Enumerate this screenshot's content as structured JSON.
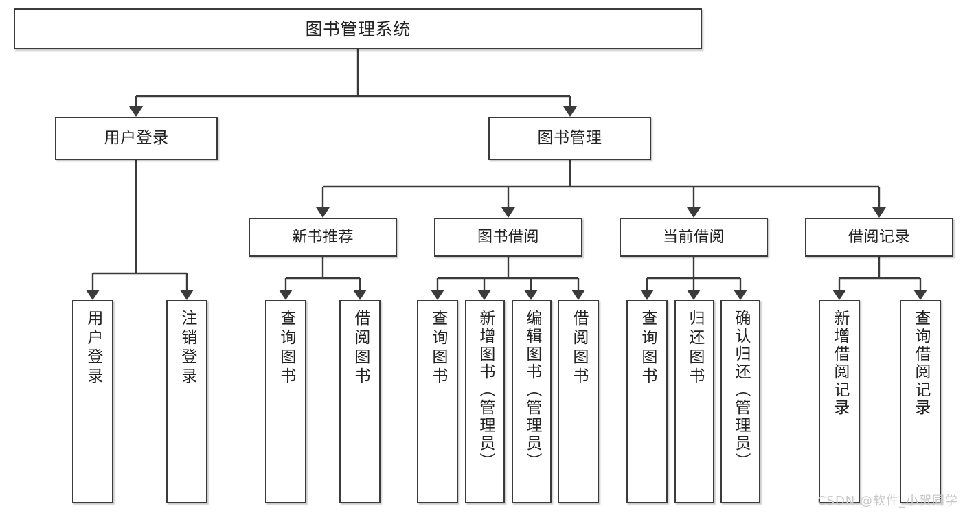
{
  "diagram": {
    "type": "tree",
    "title": "图书管理系统",
    "root": {
      "label": "图书管理系统"
    },
    "level2": [
      {
        "label": "用户登录"
      },
      {
        "label": "图书管理"
      }
    ],
    "level3": [
      {
        "label": "新书推荐"
      },
      {
        "label": "图书借阅"
      },
      {
        "label": "当前借阅"
      },
      {
        "label": "借阅记录"
      }
    ],
    "leaves": {
      "user_login": [
        {
          "label": "用户登录"
        },
        {
          "label": "注销登录"
        }
      ],
      "new_book_recommend": [
        {
          "label": "查询图书"
        },
        {
          "label": "借阅图书"
        }
      ],
      "book_borrow": [
        {
          "label": "查询图书"
        },
        {
          "label": "新增图书（管理员）"
        },
        {
          "label": "编辑图书（管理员）"
        },
        {
          "label": "借阅图书"
        }
      ],
      "current_borrow": [
        {
          "label": "查询图书"
        },
        {
          "label": "归还图书"
        },
        {
          "label": "确认归还（管理员）"
        }
      ],
      "borrow_record": [
        {
          "label": "新增借阅记录"
        },
        {
          "label": "查询借阅记录"
        }
      ]
    }
  },
  "watermark": {
    "text": "CSDN @软件_小贺同学"
  },
  "colors": {
    "stroke": "#3b3b3b",
    "text": "#222222",
    "background": "#ffffff",
    "watermark": "#c9c9c9"
  }
}
